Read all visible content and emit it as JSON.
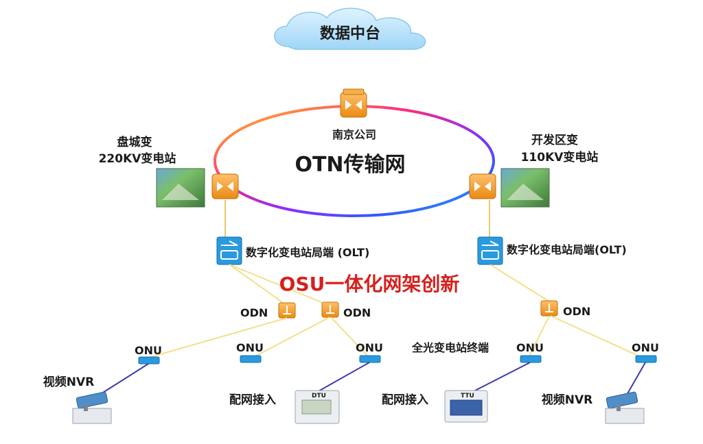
{
  "cloud": {
    "label": "数据中台"
  },
  "ring": {
    "title": "OTN传输网",
    "colors": [
      "#ff2d7a",
      "#ffd21a",
      "#1fc7ff",
      "#2f5bff",
      "#8b2bff"
    ]
  },
  "nodes": {
    "nanjing": {
      "label": "南京公司"
    },
    "pancheng": {
      "line1": "盘城变",
      "line2": "220KV变电站"
    },
    "kaifa": {
      "line1": "开发区变",
      "line2": "110KV变电站"
    }
  },
  "olt": {
    "left_label": "数字化变电站局端 (OLT)",
    "right_label": "数字化变电站局端(OLT)"
  },
  "innovation": {
    "label": "OSU一体化网架创新",
    "color": "#d6201c"
  },
  "odn": {
    "left1": "ODN",
    "left2": "ODN",
    "right": "ODN"
  },
  "onu": {
    "a": "ONU",
    "b": "ONU",
    "c": "ONU",
    "d": "ONU",
    "e": "ONU"
  },
  "terminal_label": "全光变电站终端",
  "devices": {
    "nvr_left": "视频NVR",
    "dist_left": "配网接入",
    "dtu_text": "DTU",
    "dist_right": "配网接入",
    "ttu_text": "TTU",
    "nvr_right": "视频NVR"
  }
}
